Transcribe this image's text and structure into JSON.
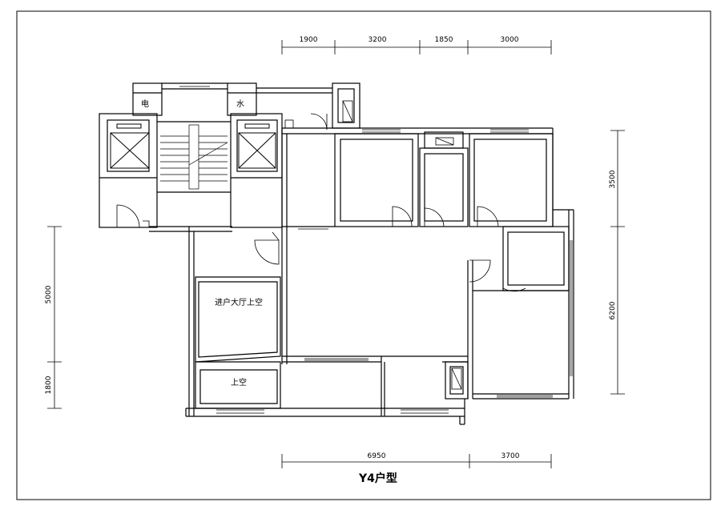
{
  "plan": {
    "title": "Y4户型",
    "rooms": {
      "electric": "电",
      "water": "水",
      "foyer_void": "进户大厅上空",
      "void": "上空"
    }
  },
  "dimensions": {
    "top": [
      "1900",
      "3200",
      "1850",
      "3000"
    ],
    "bottom": [
      "6950",
      "3700"
    ],
    "left": [
      "5000",
      "1800"
    ],
    "right": [
      "3500",
      "6200"
    ]
  }
}
